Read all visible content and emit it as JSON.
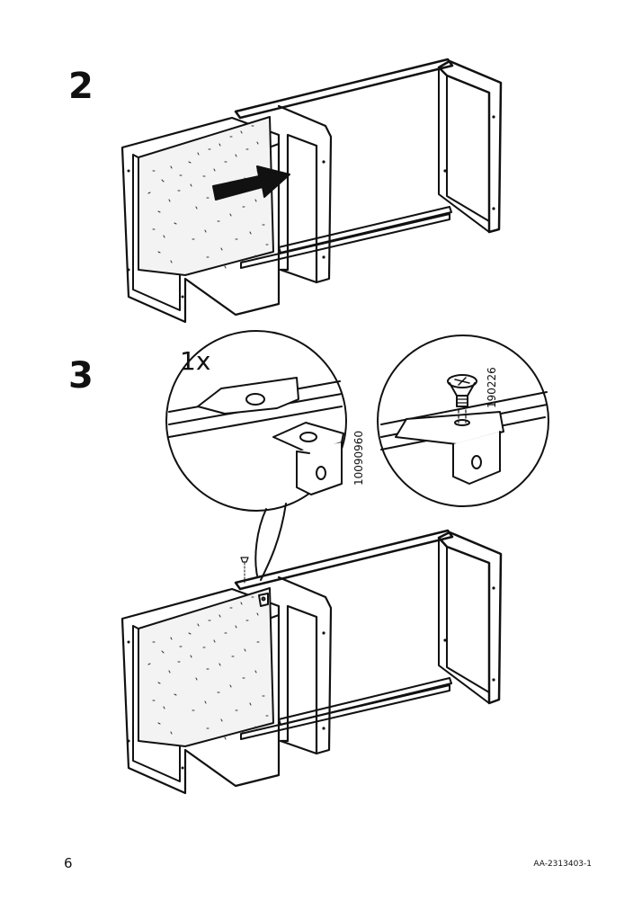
{
  "steps": [
    {
      "number": "2"
    },
    {
      "number": "3",
      "quantity": "1x"
    }
  ],
  "parts": {
    "bracket_article": "10090960",
    "screw_article": "190226"
  },
  "footer": {
    "page_number": "6",
    "document_id": "AA-2313403-1"
  },
  "colors": {
    "ink": "#111111",
    "panel_fill": "#f2f2f2",
    "arrow": "#111111"
  },
  "icons": [
    "push-arrow-icon",
    "bracket-icon",
    "screw-icon"
  ]
}
